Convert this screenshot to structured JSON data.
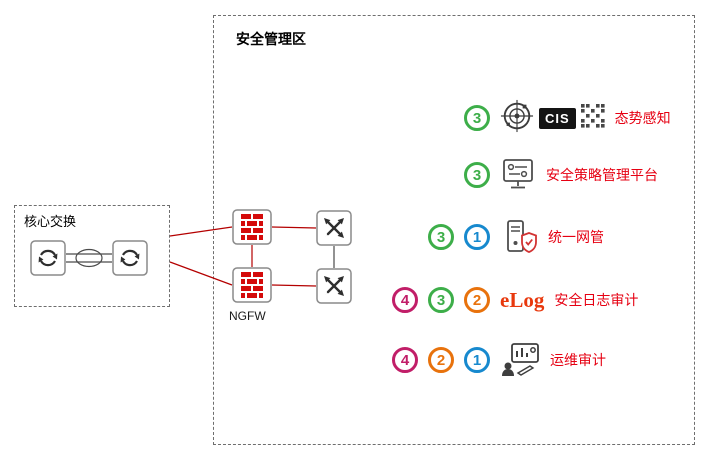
{
  "colors": {
    "label_red": "#e60012",
    "line_red": "#b40000",
    "badge_green": "#3dae49",
    "badge_blue": "#1789ce",
    "badge_orange": "#e8720c",
    "badge_magenta": "#c11e68",
    "elog_red": "#e8380d",
    "cis_bg": "#141414"
  },
  "core": {
    "title": "核心交换"
  },
  "zone": {
    "title": "安全管理区",
    "ngfw_label": "NGFW",
    "rows": [
      {
        "label": "态势感知",
        "cis_text": "CIS",
        "badges": [
          {
            "value": "3",
            "color": "green"
          }
        ]
      },
      {
        "label": "安全策略管理平台",
        "badges": [
          {
            "value": "3",
            "color": "green"
          }
        ]
      },
      {
        "label": "统一网管",
        "badges": [
          {
            "value": "3",
            "color": "green"
          },
          {
            "value": "1",
            "color": "blue"
          }
        ]
      },
      {
        "label": "安全日志审计",
        "logo_text": "eLog",
        "badges": [
          {
            "value": "4",
            "color": "magenta"
          },
          {
            "value": "3",
            "color": "green"
          },
          {
            "value": "2",
            "color": "orange"
          }
        ]
      },
      {
        "label": "运维审计",
        "badges": [
          {
            "value": "4",
            "color": "magenta"
          },
          {
            "value": "2",
            "color": "orange"
          },
          {
            "value": "1",
            "color": "blue"
          }
        ]
      }
    ]
  },
  "icons": {
    "core_switch": "square-with-circular-arrows",
    "firewall": "square-with-red-brick-wall",
    "switch": "square-with-crossed-arrows",
    "radar": "target-crosshair",
    "dot_matrix": "qr-style-dots",
    "policy_monitor": "screen-with-settings",
    "server_shield": "pc-tower-with-shield",
    "ops_audit": "person-with-dashboard"
  }
}
